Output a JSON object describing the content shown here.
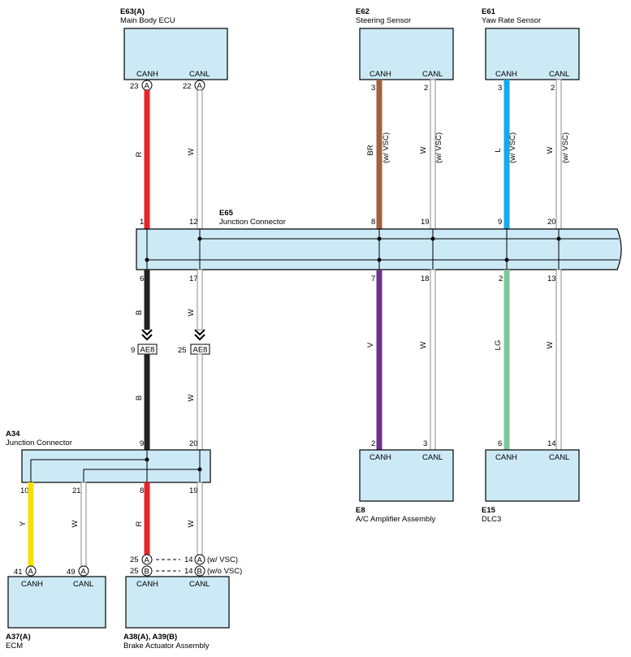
{
  "colors": {
    "box_fill": "#cce9f6",
    "R": "#e8242b",
    "B": "#222222",
    "BR": "#a65f3e",
    "V": "#6e2f8e",
    "L": "#1aa9e6",
    "LG": "#7ec89a",
    "Y": "#f5e000",
    "W": "#ffffff"
  },
  "components": {
    "main_body_ecu": {
      "code": "E63(A)",
      "name": "Main Body ECU",
      "canh": "CANH",
      "canl": "CANL",
      "pin_h": "23",
      "pin_l": "22",
      "conn_h": "A",
      "conn_l": "A"
    },
    "steering_sensor": {
      "code": "E62",
      "name": "Steering Sensor",
      "canh": "CANH",
      "canl": "CANL",
      "pin_h": "3",
      "pin_l": "2"
    },
    "yaw_rate_sensor": {
      "code": "E61",
      "name": "Yaw Rate Sensor",
      "canh": "CANH",
      "canl": "CANL",
      "pin_h": "3",
      "pin_l": "2"
    },
    "junction_e65": {
      "code": "E65",
      "name": "Junction Connector",
      "top_pins": [
        "1",
        "12",
        "8",
        "19",
        "9",
        "20"
      ],
      "bottom_pins": [
        "6",
        "17",
        "7",
        "18",
        "2",
        "13"
      ]
    },
    "ae8": {
      "label": "AE8",
      "pin_left": "9",
      "pin_right": "25"
    },
    "junction_a34": {
      "code": "A34",
      "name": "Junction Connector",
      "top_pins": [
        "9",
        "20"
      ],
      "bottom_pins": [
        "10",
        "21",
        "8",
        "19"
      ]
    },
    "ac_amplifier": {
      "code": "E8",
      "name": "A/C Amplifier Assembly",
      "canh": "CANH",
      "canl": "CANL",
      "pin_h": "2",
      "pin_l": "3"
    },
    "dlc3": {
      "code": "E15",
      "name": "DLC3",
      "canh": "CANH",
      "canl": "CANL",
      "pin_h": "6",
      "pin_l": "14"
    },
    "ecm": {
      "code": "A37(A)",
      "name": "ECM",
      "canh": "CANH",
      "canl": "CANL",
      "pin_h": "41",
      "pin_l": "49",
      "conn_h": "A",
      "conn_l": "A"
    },
    "brake_actuator": {
      "code": "A38(A), A39(B)",
      "name": "Brake Actuator Assembly",
      "canh": "CANH",
      "canl": "CANL",
      "row_a": {
        "pin_h": "25",
        "conn_h": "A",
        "pin_l": "14",
        "conn_l": "A",
        "note": "(w/ VSC)"
      },
      "row_b": {
        "pin_h": "25",
        "conn_h": "B",
        "pin_l": "14",
        "conn_l": "B",
        "note": "(w/o VSC)"
      }
    }
  },
  "wires": {
    "ecu_h": "R",
    "ecu_l": "W",
    "steer_h": "BR",
    "steer_h_note": "(w/ VSC)",
    "steer_l": "W",
    "steer_l_note": "(w/ VSC)",
    "yaw_h": "L",
    "yaw_h_note": "(w/ VSC)",
    "yaw_l": "W",
    "yaw_l_note": "(w/ VSC)",
    "e65_ae8_h": "B",
    "e65_ae8_l": "W",
    "ae8_a34_h": "B",
    "ae8_a34_l": "W",
    "ac_h": "V",
    "ac_l": "W",
    "dlc_h": "LG",
    "dlc_l": "W",
    "ecm_h": "Y",
    "ecm_l": "W",
    "brake_h": "R",
    "brake_l": "W"
  }
}
